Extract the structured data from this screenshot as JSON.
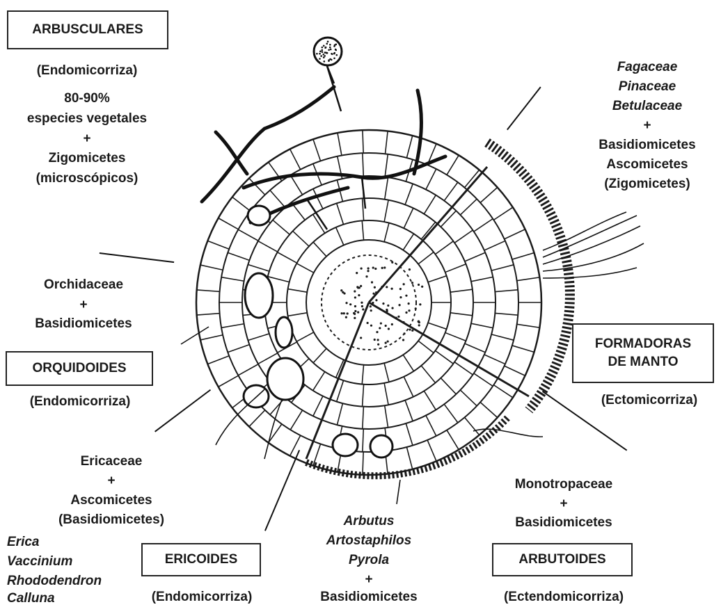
{
  "groups": {
    "arbusculares": {
      "title": "ARBUSCULARES",
      "type": "(Endomicorriza)",
      "line1": "80-90%",
      "line2": "especies vegetales",
      "plus": "+",
      "line3": "Zigomicetes",
      "line4": "(microscópicos)"
    },
    "formadoras": {
      "hosts": [
        "Fagaceae",
        "Pinaceae",
        "Betulaceae"
      ],
      "plus": "+",
      "fungi": [
        "Basidiomicetes",
        "Ascomicetes",
        "(Zigomicetes)"
      ],
      "title_line1": "FORMADORAS",
      "title_line2": "DE MANTO",
      "type": "(Ectomicorriza)"
    },
    "orquidoides": {
      "host": "Orchidaceae",
      "plus": "+",
      "fungus": "Basidiomicetes",
      "title": "ORQUIDOIDES",
      "type": "(Endomicorriza)"
    },
    "ericoides": {
      "host": "Ericaceae",
      "plus": "+",
      "fungus1": "Ascomicetes",
      "fungus2": "(Basidiomicetes)",
      "genera": [
        "Erica",
        "Vaccinium",
        "Rhododendron",
        "Calluna"
      ],
      "title": "ERICOIDES",
      "type": "(Endomicorriza)"
    },
    "arbutoides_center": {
      "genera": [
        "Arbutus",
        "Artostaphilos",
        "Pyrola"
      ],
      "plus": "+",
      "fungus": "Basidiomicetes"
    },
    "arbutoides": {
      "host": "Monotropaceae",
      "plus": "+",
      "fungus": "Basidiomicetes",
      "title": "ARBUTOIDES",
      "type": "(Ectendomicorriza)"
    }
  },
  "colors": {
    "ink": "#1a1a1a",
    "background": "#ffffff"
  },
  "illustration": {
    "icon": "root-cross-section-icon"
  }
}
